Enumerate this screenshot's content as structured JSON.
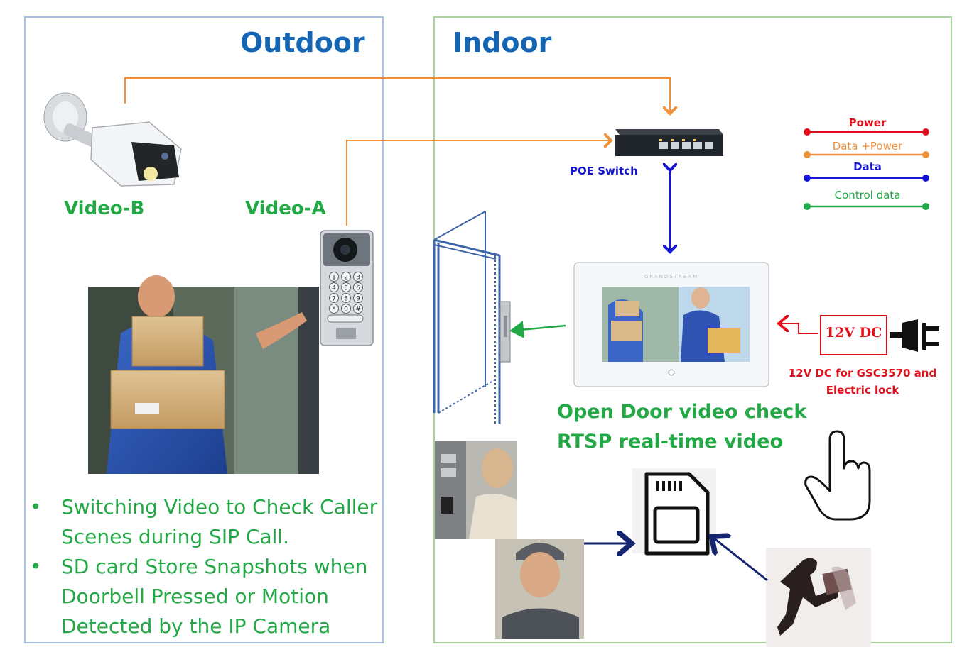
{
  "zones": {
    "outdoor": {
      "title": "Outdoor"
    },
    "indoor": {
      "title": "Indoor"
    }
  },
  "devices": {
    "camera_label": "Video-B",
    "doorphone_label": "Video-A",
    "switch_label": "POE Switch",
    "power_box_label": "12V DC",
    "power_note_line1": "12V DC for GSC3570 and",
    "power_note_line2": "Electric lock",
    "monitor_brand": "GRANDSTREAM"
  },
  "legend": {
    "items": [
      {
        "label": "Power",
        "color": "#e0101a"
      },
      {
        "label": "Data +Power",
        "color": "#f0913a"
      },
      {
        "label": "Data",
        "color": "#1515d6"
      },
      {
        "label": "Control data",
        "color": "#1fa845"
      }
    ]
  },
  "keypad_keys": [
    "1",
    "2",
    "3",
    "4",
    "5",
    "6",
    "7",
    "8",
    "9",
    "*",
    "0",
    "#"
  ],
  "caption": {
    "line1": "Open Door video check",
    "line2": "RTSP real-time video"
  },
  "bullets": [
    {
      "dot": "•",
      "text": "Switching Video to Check Caller Scenes during SIP Call."
    },
    {
      "dot": "•",
      "text": "SD card Store Snapshots when Doorbell Pressed or Motion Detected by the IP Camera"
    }
  ],
  "colors": {
    "title_blue": "#1565b5",
    "label_green": "#22a845",
    "data_power_orange": "#f0913a",
    "data_blue": "#1515d6",
    "power_red": "#e0101a",
    "control_green": "#1fa845",
    "navy_arrow": "#14246e"
  }
}
